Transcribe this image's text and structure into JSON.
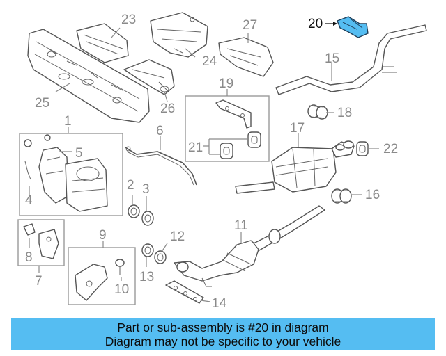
{
  "diagram": {
    "highlight_color": "#55bdf2",
    "highlighted_callout": "20",
    "callouts": {
      "c1": "1",
      "c2": "2",
      "c3": "3",
      "c4": "4",
      "c5": "5",
      "c6": "6",
      "c7": "7",
      "c8": "8",
      "c9": "9",
      "c10": "10",
      "c11": "11",
      "c12": "12",
      "c13": "13",
      "c14": "14",
      "c15": "15",
      "c16": "16",
      "c17": "17",
      "c18": "18",
      "c19": "19",
      "c20": "20",
      "c21": "21",
      "c22": "22",
      "c23": "23",
      "c24": "24",
      "c25": "25",
      "c26": "26",
      "c27": "27"
    }
  },
  "banner": {
    "line1": "Part or sub-assembly is #20 in diagram",
    "line2": "Diagram may not be specific to your vehicle"
  }
}
